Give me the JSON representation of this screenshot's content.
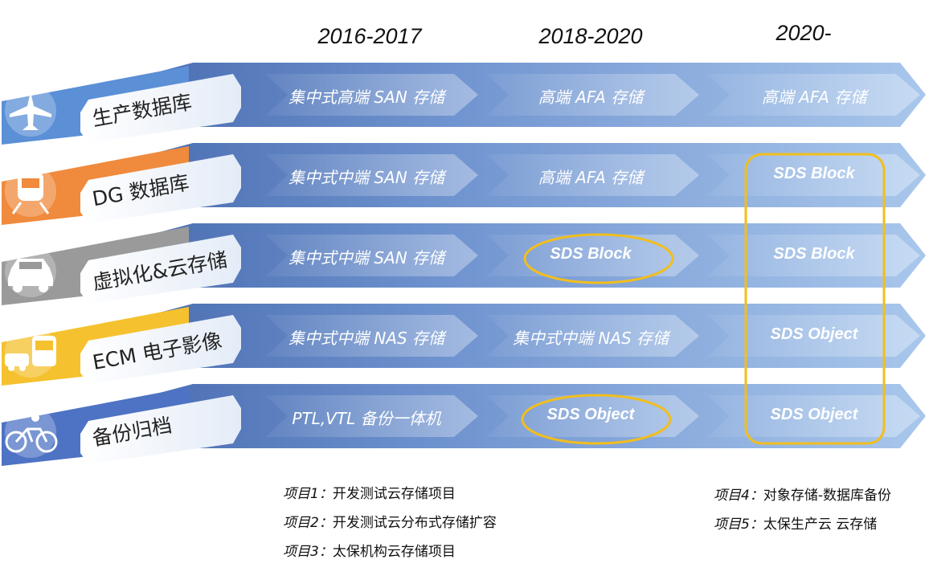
{
  "phases": [
    "2016-2017",
    "2018-2020",
    "2020-"
  ],
  "rows": [
    {
      "label": "生产数据库",
      "icon": "airplane-icon",
      "color": "#5b8fd6",
      "cells": [
        "集中式高端 SAN 存储",
        "高端  AFA 存储",
        "高端  AFA 存储"
      ]
    },
    {
      "label": "DG 数据库",
      "icon": "train-icon",
      "color": "#f08a3c",
      "cells": [
        "集中式中端 SAN 存储",
        "高端  AFA 存储",
        "SDS Block"
      ]
    },
    {
      "label": "虚拟化&云存储",
      "icon": "car-icon",
      "color": "#9a9a9a",
      "cells": [
        "集中式中端 SAN 存储",
        "SDS Block",
        "SDS Block"
      ]
    },
    {
      "label": "ECM 电子影像",
      "icon": "taxi-bus-icon",
      "color": "#f5c12e",
      "cells": [
        "集中式中端 NAS 存储",
        "集中式中端 NAS 存储",
        "SDS Object"
      ]
    },
    {
      "label": "备份归档",
      "icon": "bicycle-icon",
      "color": "#4e73c4",
      "cells": [
        "PTL,VTL 备份一体机",
        "SDS Object",
        "SDS Object"
      ]
    }
  ],
  "notes_left": [
    {
      "key": "项目1：",
      "text": "开发测试云存储项目"
    },
    {
      "key": "项目2：",
      "text": "开发测试云分布式存储扩容"
    },
    {
      "key": "项目3：",
      "text": "太保机构云存储项目"
    }
  ],
  "notes_right": [
    {
      "key": "项目4：",
      "text": "对象存储-数据库备份"
    },
    {
      "key": "项目5：",
      "text": "太保生产云 云存储"
    }
  ],
  "colors": {
    "band_dark": "#3f63a8",
    "band_light": "#a9c7ec",
    "highlight": "#f2be1d"
  }
}
